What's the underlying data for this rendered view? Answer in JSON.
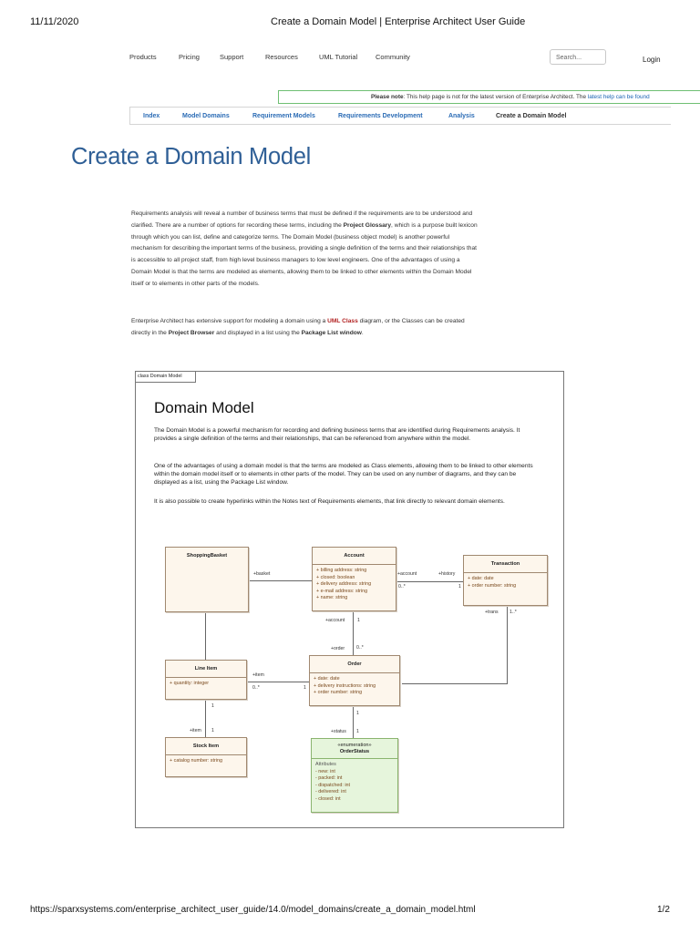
{
  "print_header": {
    "date": "11/11/2020",
    "title": "Create a Domain Model | Enterprise Architect User Guide"
  },
  "nav": {
    "items": [
      "Products",
      "Pricing",
      "Support",
      "Resources",
      "UML Tutorial",
      "Community"
    ],
    "search_placeholder": "Search...",
    "login": "Login"
  },
  "note": {
    "label": "Please note",
    "text": ": This help page is not for the latest version of Enterprise Architect. The ",
    "link": "latest help can be found"
  },
  "breadcrumb": [
    "Index",
    "Model Domains",
    "Requirement Models",
    "Requirements Development",
    "Analysis",
    "Create a Domain Model"
  ],
  "page": {
    "title": "Create a Domain Model",
    "p1": {
      "a": "Requirements analysis will reveal a number of business terms that must be defined if the requirements are to be understood and clarified. There are a number of options for recording these terms, including the ",
      "b": "Project Glossary",
      "c": ", which is a purpose built lexicon through which you can list, define and categorize terms. The Domain Model (business object model) is another powerful mechanism for describing the important terms of the business, providing a single definition of the terms and their relationships that is accessible to all project staff, from high level business managers to low level engineers. One of the advantages of using a Domain Model is that the terms are modeled as elements, allowing them to be linked to other elements within the Domain Model itself or to elements in other parts of the models."
    },
    "p2": {
      "a": "Enterprise Architect has extensive support for modeling a domain using a ",
      "b": "UML Class",
      "c": " diagram, or the Classes can be created directly in the ",
      "d": "Project Browser",
      "e": " and displayed in a list using the ",
      "f": "Package List window",
      "g": "."
    }
  },
  "diagram": {
    "tab": "class Domain Model",
    "title": "Domain Model",
    "p1": "The Domain Model is a powerful mechanism for recording and defining business terms that are identified during Requirements analysis. It provides a single definition of the terms and their relationships, that can be referenced from anywhere within the model.",
    "p2": "One of the advantages of using a domain model is that the terms are modeled as Class elements, allowing them to be linked to other elements within the domain model itself or to elements in other parts of the model. They can be used on any number of diagrams, and they can be displayed as a list, using the Package List window.",
    "p3": "It is also possible to create hyperlinks within the Notes text of Requirements elements, that link directly to relevant domain elements.",
    "classes": {
      "shopping_basket": {
        "name": "ShoppingBasket"
      },
      "account": {
        "name": "Account",
        "attrs": [
          "+ billing address: string",
          "+ closed: boolean",
          "+ delivery address: string",
          "+ e-mail address: string",
          "+ name: string"
        ]
      },
      "transaction": {
        "name": "Transaction",
        "attrs": [
          "+ date: date",
          "+ order number: string"
        ]
      },
      "line_item": {
        "name": "Line Item",
        "attrs": [
          "+ quantity: integer"
        ]
      },
      "order": {
        "name": "Order",
        "attrs": [
          "+ date: date",
          "+ delivery instructions: string",
          "+ order number: string"
        ]
      },
      "stock_item": {
        "name": "Stock Item",
        "attrs": [
          "+ catalog number: string"
        ]
      },
      "order_status": {
        "stereotype": "«enumeration»",
        "name": "OrderStatus",
        "section": "Attributes",
        "literals": [
          "- new: int",
          "- packed: int",
          "- dispatched: int",
          "- delivered: int",
          "- closed: int"
        ]
      }
    },
    "labels": {
      "basket": "+basket",
      "account_role": "+account",
      "history": "+history",
      "zero_many_a": "0..*",
      "one_a": "1",
      "account_lower": "+account",
      "one_b": "1",
      "order_role": "+order",
      "zero_many_b": "0..*",
      "trans": "+trans",
      "one_many": "1..*",
      "item_role": "+item",
      "zero_many_c": "0..*",
      "one_c": "1",
      "one_d": "1",
      "item_lower": "+item",
      "one_e": "1",
      "one_f": "1",
      "status": "+status",
      "one_g": "1"
    }
  },
  "print_footer": {
    "url": "https://sparxsystems.com/enterprise_architect_user_guide/14.0/model_domains/create_a_domain_model.html",
    "page": "1/2"
  }
}
